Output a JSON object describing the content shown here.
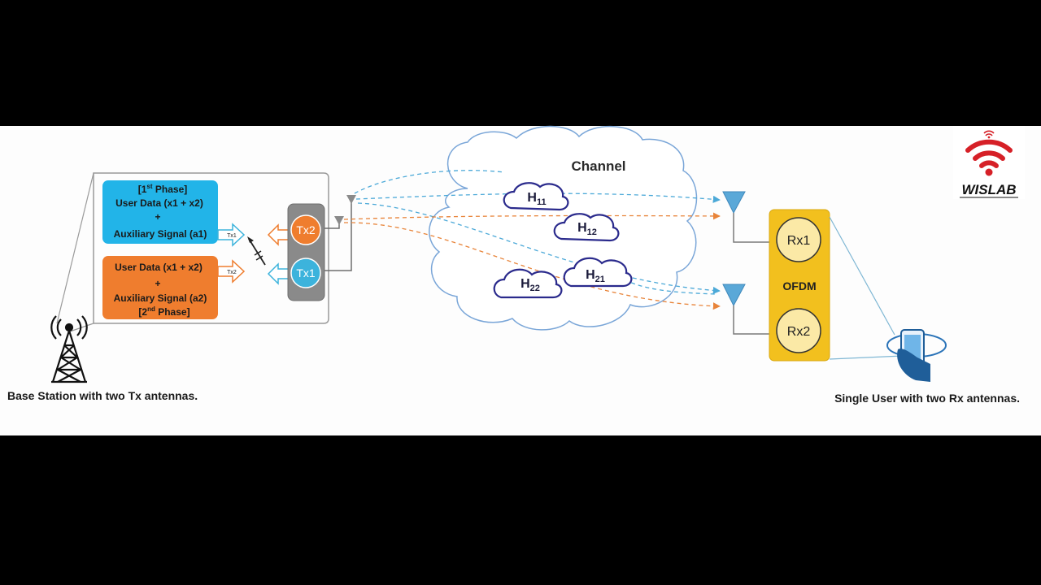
{
  "diagram": {
    "phase1": {
      "line1_pre": "[1",
      "line1_sup": "st",
      "line1_post": " Phase]",
      "line2": "User Data (x1 + x2)",
      "plus": "+",
      "line3": "Auxiliary Signal (a1)"
    },
    "phase2": {
      "line1": "User Data (x1 + x2)",
      "plus": "+",
      "line2": "Auxiliary Signal (a2)",
      "line3_pre": "[2",
      "line3_sup": "nd",
      "line3_post": " Phase]"
    },
    "tx1_arrow_label": "Tx1",
    "tx2_arrow_label": "Tx2",
    "tx2_label": "Tx2",
    "tx1_label": "Tx1",
    "channel_label": "Channel",
    "h11": {
      "base": "H",
      "sub": "11"
    },
    "h12": {
      "base": "H",
      "sub": "12"
    },
    "h21": {
      "base": "H",
      "sub": "21"
    },
    "h22": {
      "base": "H",
      "sub": "22"
    },
    "rx1_label": "Rx1",
    "rx2_label": "Rx2",
    "ofdm_label": "OFDM",
    "base_station_caption": "Base Station with two Tx antennas.",
    "user_caption": "Single User with two Rx antennas."
  },
  "logo": {
    "text": "WISLAB"
  },
  "colors": {
    "phase1_box": "#22b4e8",
    "phase2_box": "#ef7d2e",
    "tx_panel": "#8a8a8a",
    "tx2_circle": "#ef7d2e",
    "tx1_circle": "#3cb3dc",
    "ofdm_box": "#f2c01e",
    "rx_circle": "#fbe9a6",
    "cloud_outline": "#7aa6d8",
    "h_cloud_outline": "#2a2a8c",
    "logo_red": "#d62027"
  }
}
